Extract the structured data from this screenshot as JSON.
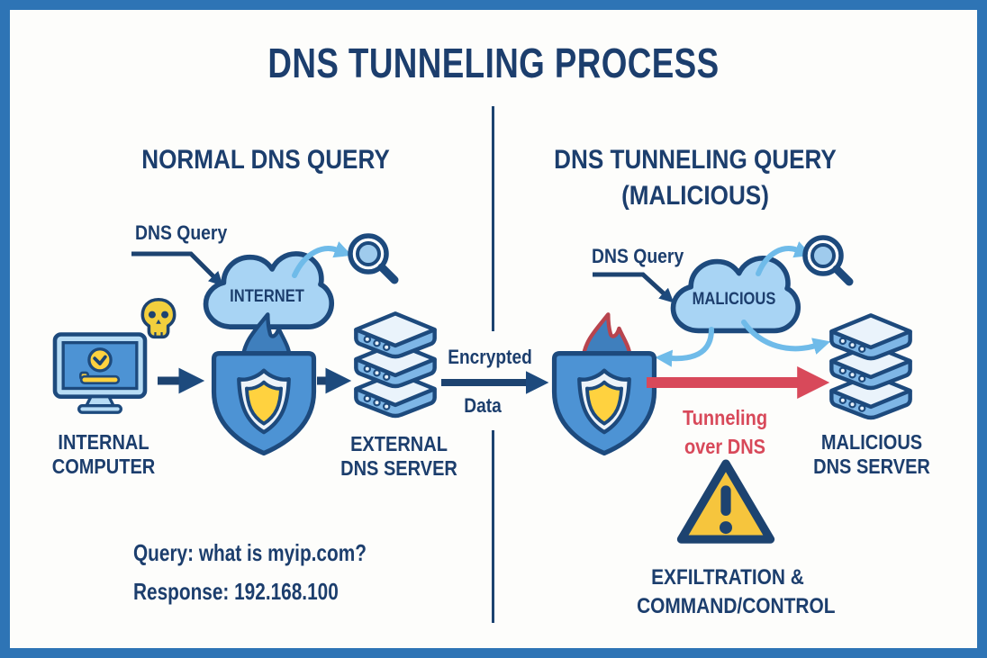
{
  "title": "DNS TUNNELING PROCESS",
  "colors": {
    "border_blue": "#2e74b5",
    "navy_text": "#1c3e6d",
    "icon_stroke_navy": "#1d4a7d",
    "cloud_fill": "#a8d4f4",
    "shield_fill": "#4d93d4",
    "flame_fill": "#3f7fbd",
    "malicious_flame_stroke": "#b8444e",
    "inner_shield_white": "#edf3f9",
    "gold": "#ffd23f",
    "server_body": "#7eb6e6",
    "server_top": "#eaf3fb",
    "monitor_frame": "#b7dcf5",
    "screen_blue": "#4d93d4",
    "light_arrow_blue": "#6fbbe9",
    "alert_red": "#d8495a",
    "warning_yellow": "#f6c53d",
    "skull_yellow": "#f2cf3d",
    "background": "#fdfdfb"
  },
  "icons": {
    "left": [
      "internal-computer-monitor",
      "skull",
      "internet-cloud",
      "magnifying-glass",
      "firewall-shield",
      "server-stack"
    ],
    "right": [
      "malicious-cloud",
      "magnifying-glass",
      "firewall-shield-breached",
      "server-stack",
      "warning-triangle"
    ]
  },
  "left": {
    "header": "NORMAL DNS QUERY",
    "dns_query_label": "DNS Query",
    "cloud_label": "INTERNET",
    "computer_label_line1": "INTERNAL",
    "computer_label_line2": "COMPUTER",
    "server_label_line1": "EXTERNAL",
    "server_label_line2": "DNS SERVER",
    "query_text": "Query: what is myip.com?",
    "response_text": "Response: 192.168.100"
  },
  "center": {
    "encrypted_line1": "Encrypted",
    "encrypted_line2": "Data"
  },
  "right": {
    "header_line1": "DNS TUNNELING QUERY",
    "header_line2": "(MALICIOUS)",
    "dns_query_label": "DNS Query",
    "cloud_label": "MALICIOUS",
    "tunneling_line1": "Tunneling",
    "tunneling_line2": "over DNS",
    "server_label_line1": "MALICIOUS",
    "server_label_line2": "DNS SERVER",
    "warning_line1": "EXFILTRATION &",
    "warning_line2": "COMMAND/CONTROL"
  }
}
